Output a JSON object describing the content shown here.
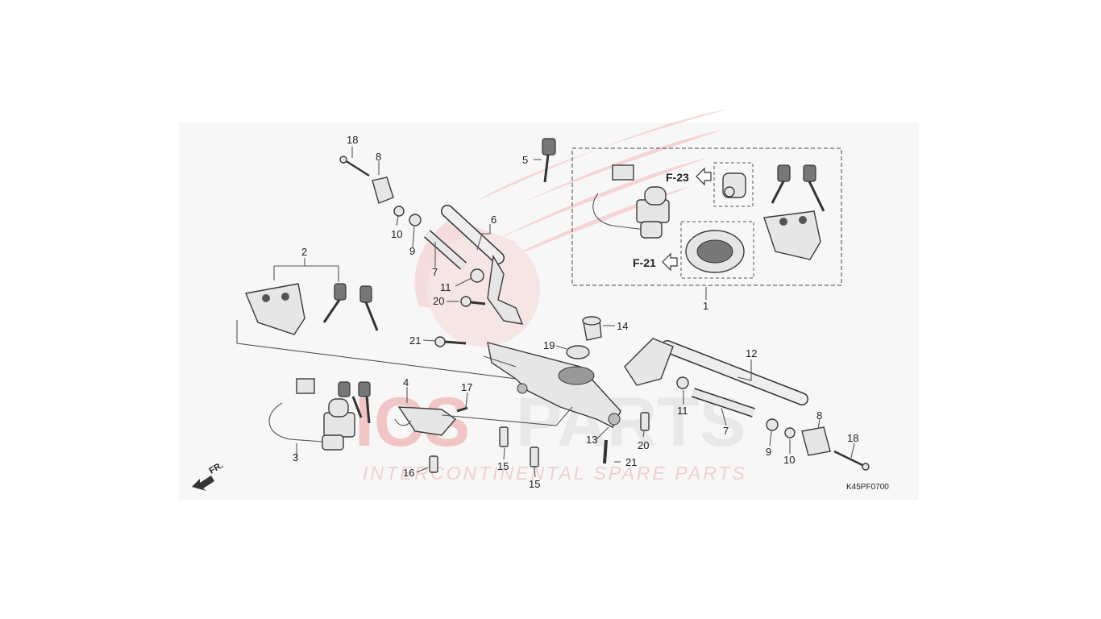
{
  "diagram": {
    "code": "K45PF0700",
    "direction_label": "FR.",
    "watermark": {
      "letters_red": "ICS",
      "letters_grey": "PARTS",
      "tagline": "INTERCONTINENTAL SPARE PARTS"
    },
    "refs": {
      "f23": "F-23",
      "f21": "F-21"
    },
    "callouts": [
      {
        "id": "c18a",
        "label": "18"
      },
      {
        "id": "c8a",
        "label": "8"
      },
      {
        "id": "c10a",
        "label": "10"
      },
      {
        "id": "c9a",
        "label": "9"
      },
      {
        "id": "c7a",
        "label": "7"
      },
      {
        "id": "c5",
        "label": "5"
      },
      {
        "id": "c6",
        "label": "6"
      },
      {
        "id": "c11a",
        "label": "11"
      },
      {
        "id": "c20a",
        "label": "20"
      },
      {
        "id": "c21a",
        "label": "21"
      },
      {
        "id": "c2",
        "label": "2"
      },
      {
        "id": "c1",
        "label": "1"
      },
      {
        "id": "c14",
        "label": "14"
      },
      {
        "id": "c19",
        "label": "19"
      },
      {
        "id": "c12",
        "label": "12"
      },
      {
        "id": "c4",
        "label": "4"
      },
      {
        "id": "c17",
        "label": "17"
      },
      {
        "id": "c3",
        "label": "3"
      },
      {
        "id": "c16",
        "label": "16"
      },
      {
        "id": "c15a",
        "label": "15"
      },
      {
        "id": "c15b",
        "label": "15"
      },
      {
        "id": "c13",
        "label": "13"
      },
      {
        "id": "c11b",
        "label": "11"
      },
      {
        "id": "c20b",
        "label": "20"
      },
      {
        "id": "c21b",
        "label": "21"
      },
      {
        "id": "c7b",
        "label": "7"
      },
      {
        "id": "c9b",
        "label": "9"
      },
      {
        "id": "c10b",
        "label": "10"
      },
      {
        "id": "c8b",
        "label": "8"
      },
      {
        "id": "c18b",
        "label": "18"
      }
    ]
  }
}
